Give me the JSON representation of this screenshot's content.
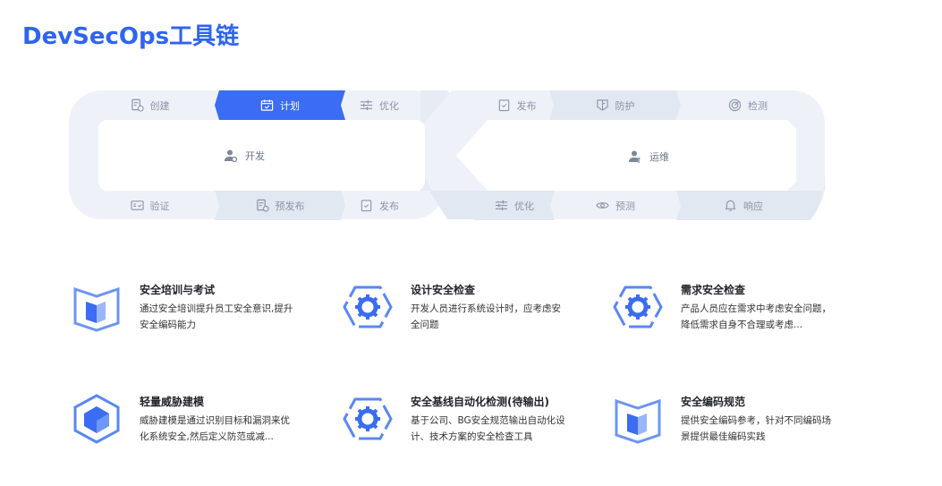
{
  "title": "DevSecOps工具链",
  "colors": {
    "accent": "#3a6cf4",
    "band": "#eef2f8",
    "band_dark": "#e2e8f1",
    "icon": "#8a93a8"
  },
  "loop": {
    "dev": {
      "label": "开发",
      "icon": "user-gear-icon",
      "top": [
        {
          "label": "创建",
          "icon": "doc-add-icon"
        },
        {
          "label": "计划",
          "icon": "calendar-check-icon",
          "active": true
        },
        {
          "label": "优化",
          "icon": "sliders-icon"
        }
      ],
      "bottom": [
        {
          "label": "验证",
          "icon": "id-check-icon"
        },
        {
          "label": "预发布",
          "icon": "doc-clock-icon"
        },
        {
          "label": "发布",
          "icon": "clipboard-check-icon"
        }
      ]
    },
    "ops": {
      "label": "运维",
      "icon": "user-tool-icon",
      "top": [
        {
          "label": "发布",
          "icon": "clipboard-check-icon"
        },
        {
          "label": "防护",
          "icon": "shield-icon"
        },
        {
          "label": "检测",
          "icon": "radar-icon"
        }
      ],
      "bottom": [
        {
          "label": "优化",
          "icon": "sliders-icon"
        },
        {
          "label": "预测",
          "icon": "eye-icon"
        },
        {
          "label": "响应",
          "icon": "bell-icon"
        }
      ]
    }
  },
  "cards": [
    {
      "title": "安全培训与考试",
      "desc": "通过安全培训提升员工安全意识,提升安全编码能力",
      "icon": "book-box-icon"
    },
    {
      "title": "设计安全检查",
      "desc": "开发人员进行系统设计时，应考虑安全问题",
      "icon": "gear-hex-icon"
    },
    {
      "title": "需求安全检查",
      "desc": "产品人员应在需求中考虑安全问题，降低需求自身不合理或考虑...",
      "icon": "gear-hex-icon"
    },
    {
      "title": "轻量威胁建模",
      "desc": "威胁建模是通过识别目标和漏洞来优化系统安全,然后定义防范或减...",
      "icon": "cube-hex-icon"
    },
    {
      "title": "安全基线自动化检测(待输出)",
      "desc": "基于公司、BG安全规范输出自动化设计、技术方案的安全检查工具",
      "icon": "gear-hex-icon"
    },
    {
      "title": "安全编码规范",
      "desc": "提供安全编码参考，针对不同编码场景提供最佳编码实践",
      "icon": "book-box-icon"
    }
  ]
}
